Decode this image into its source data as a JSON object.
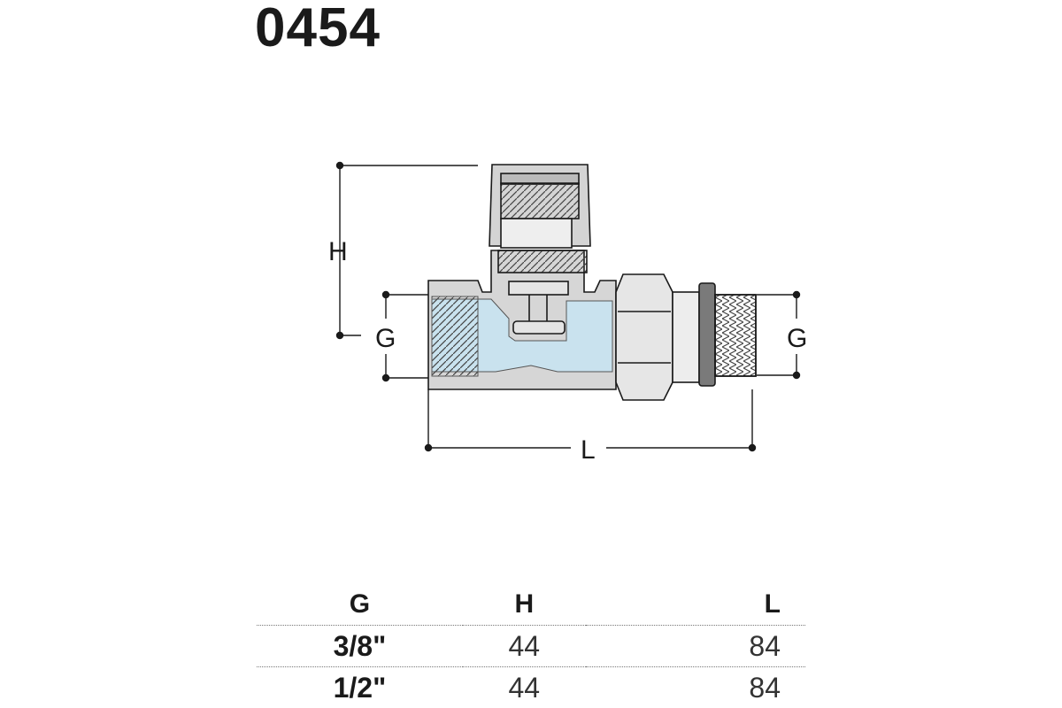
{
  "title": "0454",
  "dimension_labels": {
    "height": "H",
    "g_left": "G",
    "g_right": "G",
    "length": "L"
  },
  "table": {
    "headers": [
      "G",
      "H",
      "L"
    ],
    "rows": [
      [
        "3/8\"",
        "44",
        "84"
      ],
      [
        "1/2\"",
        "44",
        "84"
      ]
    ]
  },
  "colors": {
    "water": "#c9e2ee",
    "metal": "#d6d6d6",
    "line": "#1a1a1a"
  }
}
